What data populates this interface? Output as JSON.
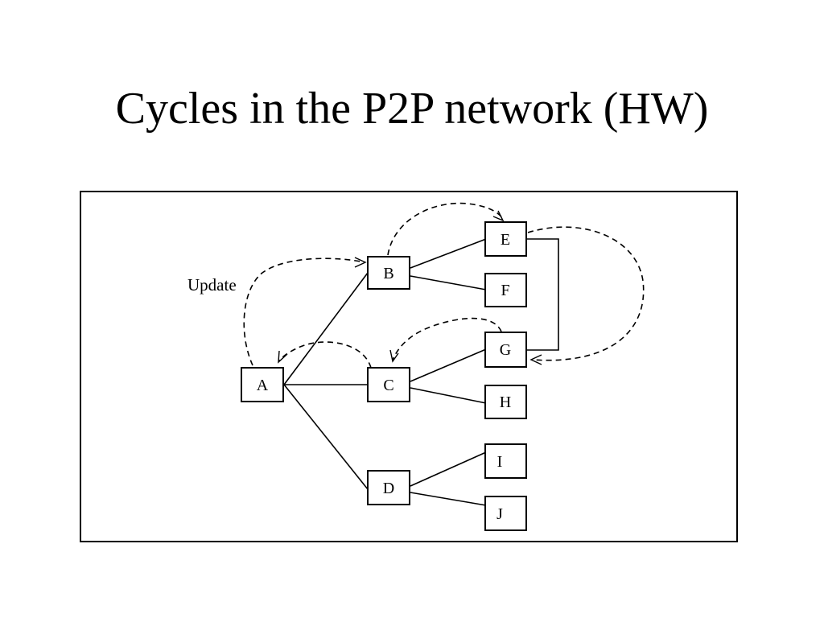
{
  "title": "Cycles in the P2P network (HW)",
  "diagram": {
    "annotation": "Update",
    "nodes": {
      "A": "A",
      "B": "B",
      "C": "C",
      "D": "D",
      "E": "E",
      "F": "F",
      "G": "G",
      "H": "H",
      "I": "I",
      "J": "J"
    }
  }
}
